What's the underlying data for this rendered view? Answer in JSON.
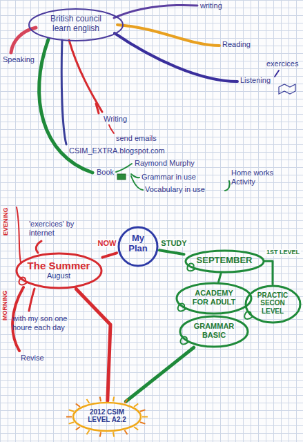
{
  "diagram": {
    "nodes": [
      {
        "text": [
          "British council learn english"
        ]
      },
      {
        "text": [
          "My Plan"
        ]
      },
      {
        "text": [
          "The Summer",
          "August"
        ]
      },
      {
        "text": [
          "SEPTEMBER"
        ]
      },
      {
        "text": [
          "ACADEMY FOR ADULT"
        ]
      },
      {
        "text": [
          "GRAMMAR BASIC"
        ]
      },
      {
        "text": [
          "PRACTIC SECON LEVEL"
        ]
      },
      {
        "text": [
          "2012 CSIM LEVEL A2.2"
        ]
      }
    ],
    "edges": [
      {
        "from": 1,
        "to": 2,
        "label": "NOW",
        "arrow": "none"
      },
      {
        "from": 1,
        "to": 3,
        "label": "STUDY",
        "arrow": "none"
      },
      {
        "from": 3,
        "to": 4,
        "arrow": "none"
      },
      {
        "from": 3,
        "to": 6,
        "label": "1ST LEVEL",
        "arrow": "none"
      },
      {
        "from": 5,
        "to": 7,
        "arrow": "none"
      },
      {
        "from": 2,
        "to": 7,
        "arrow": "none"
      }
    ],
    "labels": [
      "writing",
      "Reading",
      "exercices",
      "Listening",
      "Speaking",
      "Writing",
      "send emails",
      "CSIM_EXTRA.blogspot.com",
      "Book",
      "Raymond Murphy",
      "Grammar in use",
      "Home works Activity",
      "Vocabulary in use",
      "EVENING",
      "'exercices' by internet",
      "MORNING",
      "with my son one houre each day",
      "Revise"
    ]
  }
}
